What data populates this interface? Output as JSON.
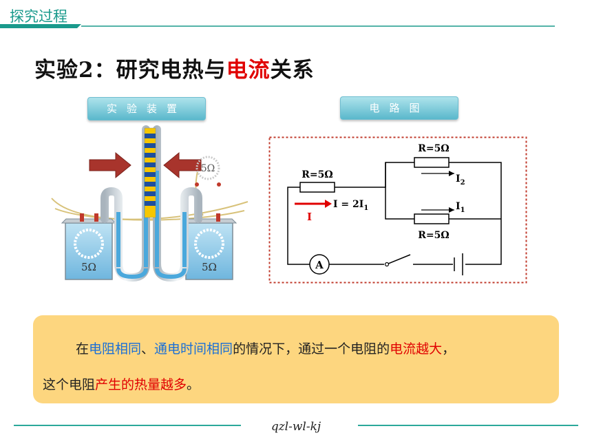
{
  "header": {
    "section_title": "探究过程"
  },
  "title": {
    "prefix": "实验2：研究电热与",
    "highlight": "电流",
    "suffix": "关系"
  },
  "labels": {
    "apparatus": "实验装置",
    "circuit": "电路图"
  },
  "apparatus": {
    "left_resistor": "5Ω",
    "right_resistor": "5Ω",
    "external_resistor": "5Ω"
  },
  "circuit": {
    "r_main": "R=5Ω",
    "r_top": "R=5Ω",
    "r_bottom": "R=5Ω",
    "i_main": "I",
    "i_eq_text": "I = 2I",
    "i_eq_sub": "1",
    "i1": "I",
    "i1_sub": "1",
    "i2": "I",
    "i2_sub": "2",
    "ammeter": "A"
  },
  "summary": {
    "l1_a": "在",
    "l1_b": "电阻相同",
    "l1_c": "、",
    "l1_d": "通电时间相同",
    "l1_e": "的情况下，通过一个电阻的",
    "l1_f": "电流越大",
    "l1_g": "，",
    "l2_a": "这个电阻",
    "l2_b": "产生的热量越多",
    "l2_c": "。"
  },
  "footer": {
    "text": "qzl-wl-kj"
  },
  "colors": {
    "accent": "#1a9a8c",
    "red": "#e00000",
    "blue": "#1a6fd6",
    "box": "#fdd67f"
  }
}
